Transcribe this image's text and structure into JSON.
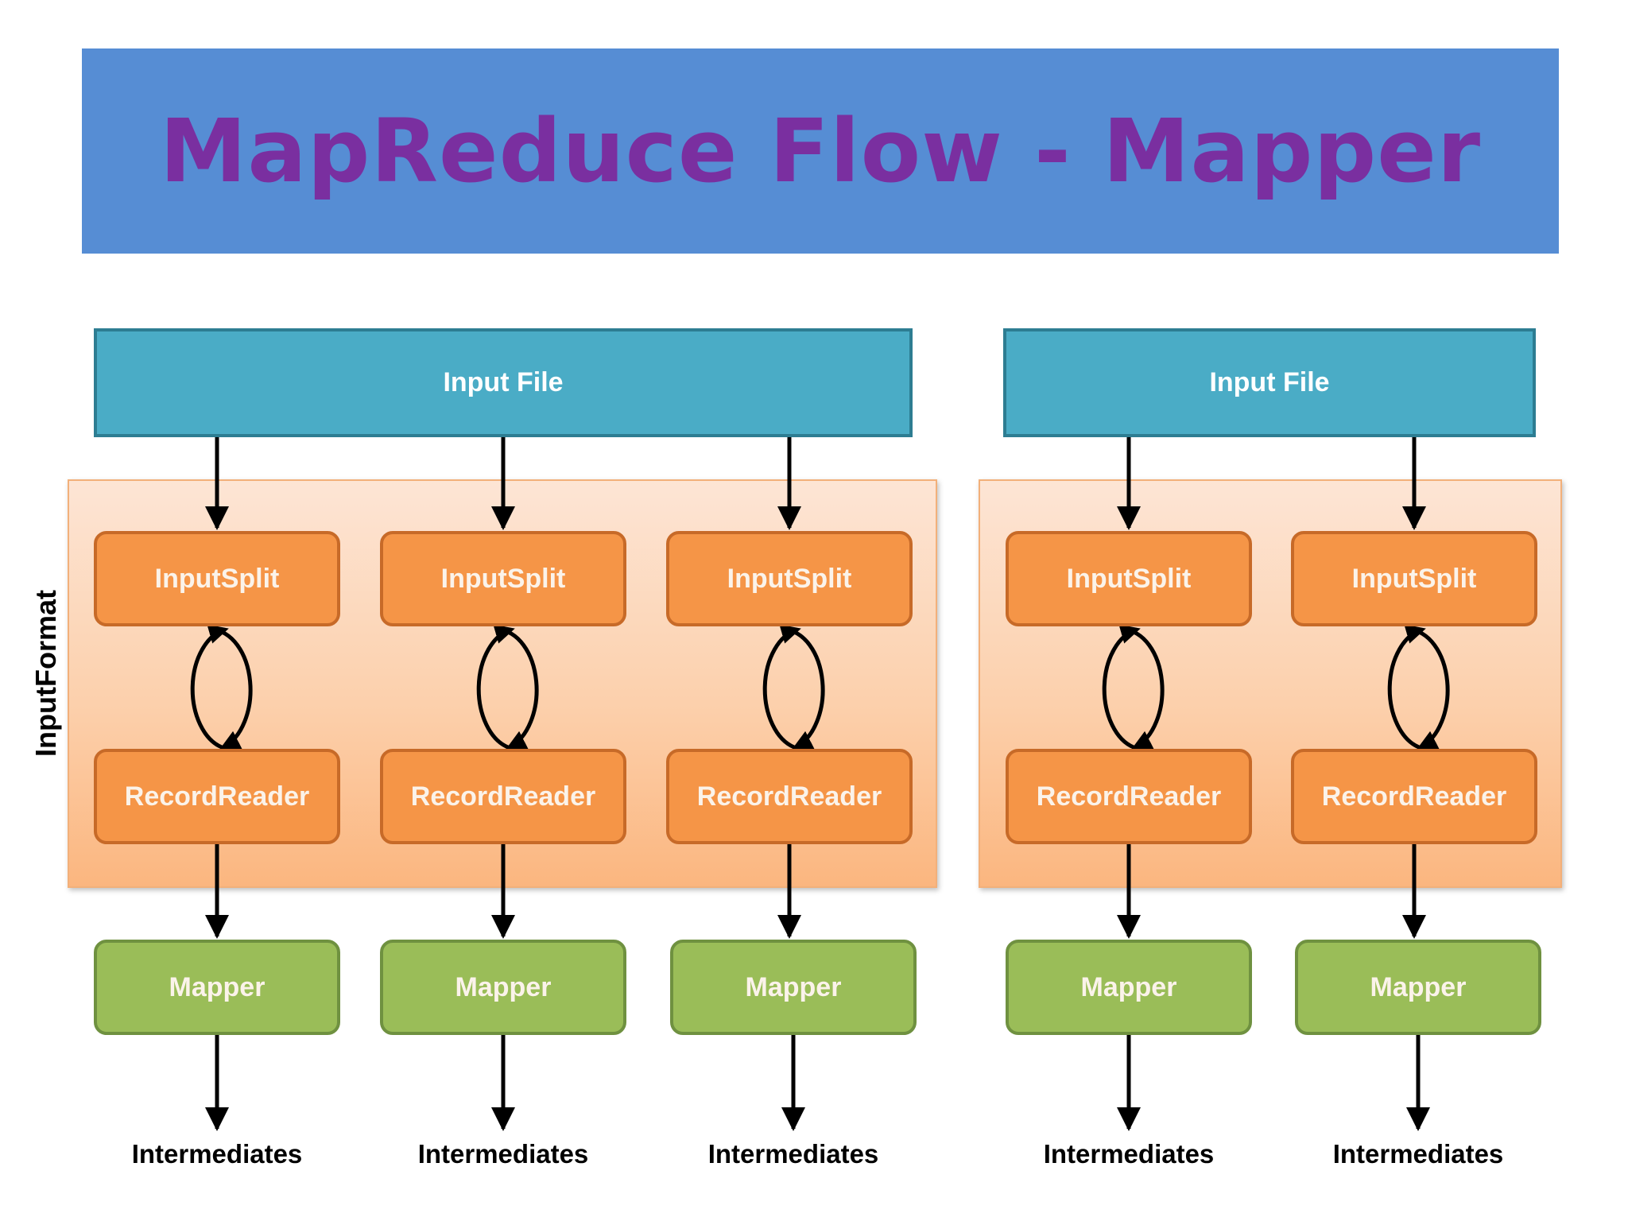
{
  "title": "MapReduce Flow - Mapper",
  "input_format_label": "InputFormat",
  "colors": {
    "banner": "#568dd4",
    "title": "#7a2fa0",
    "input_file": "#4aacc6",
    "input_split": "#f59547",
    "record_reader": "#f59547",
    "mapper": "#9abd58",
    "arrow": "#000000"
  },
  "groups": [
    {
      "input_file": "Input File",
      "lanes": [
        {
          "split": "InputSplit",
          "reader": "RecordReader",
          "mapper": "Mapper",
          "output": "Intermediates"
        },
        {
          "split": "InputSplit",
          "reader": "RecordReader",
          "mapper": "Mapper",
          "output": "Intermediates"
        },
        {
          "split": "InputSplit",
          "reader": "RecordReader",
          "mapper": "Mapper",
          "output": "Intermediates"
        }
      ]
    },
    {
      "input_file": "Input File",
      "lanes": [
        {
          "split": "InputSplit",
          "reader": "RecordReader",
          "mapper": "Mapper",
          "output": "Intermediates"
        },
        {
          "split": "InputSplit",
          "reader": "RecordReader",
          "mapper": "Mapper",
          "output": "Intermediates"
        }
      ]
    }
  ]
}
